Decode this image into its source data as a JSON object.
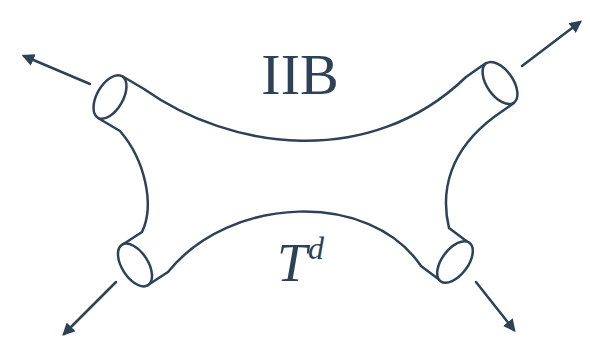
{
  "diagram": {
    "labels": [
      "IIB",
      "T",
      "d"
    ]
  }
}
